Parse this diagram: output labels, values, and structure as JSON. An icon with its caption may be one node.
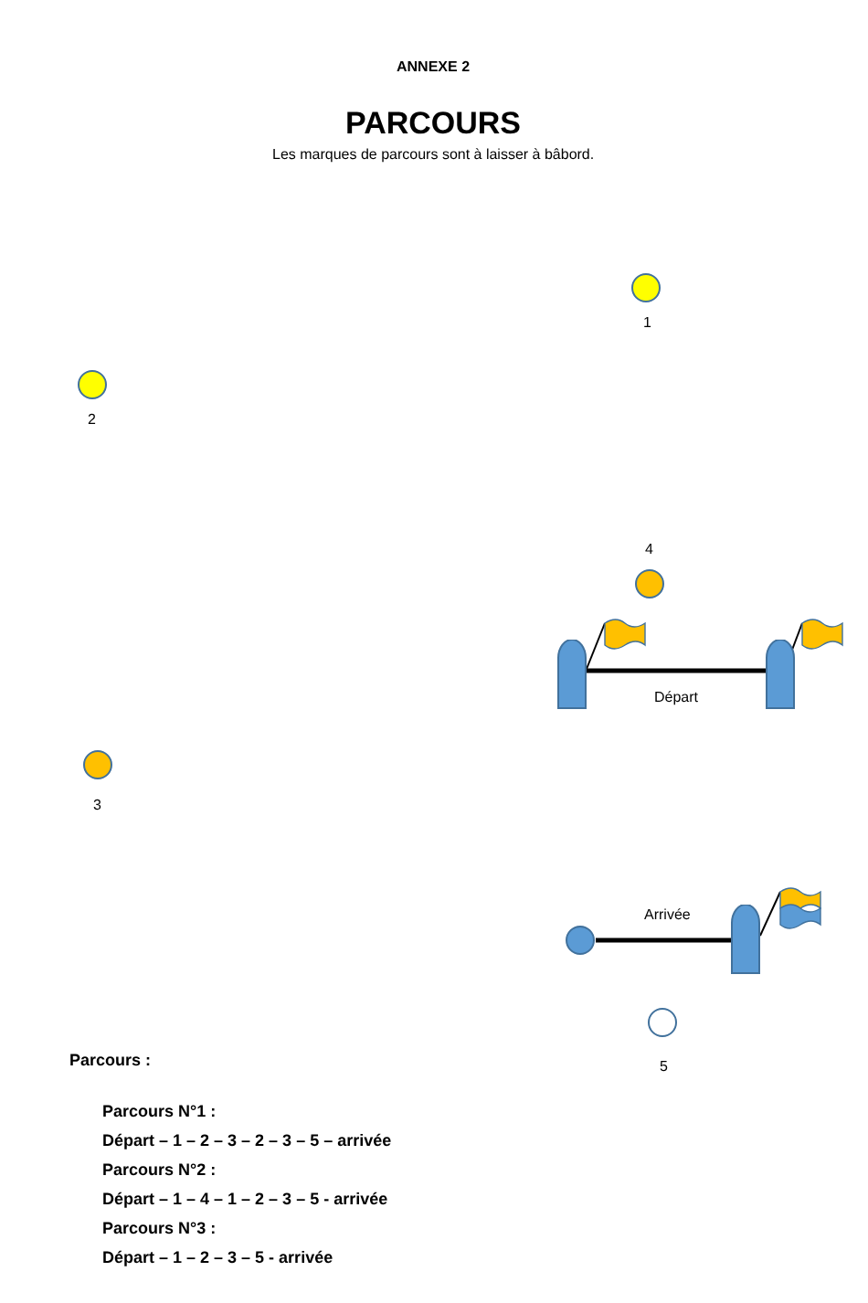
{
  "diagram": {
    "title": "PARCOURS",
    "nodes": [
      {
        "text": [],
        "shape": "circle",
        "beside": [
          "1"
        ]
      },
      {
        "text": [],
        "shape": "circle",
        "beside": [
          "2"
        ]
      },
      {
        "text": [],
        "shape": "circle",
        "beside": [
          "4"
        ]
      },
      {
        "text": [],
        "shape": "boat"
      },
      {
        "text": [],
        "shape": "boat"
      },
      {
        "text": [],
        "shape": "circle",
        "beside": [
          "3"
        ]
      },
      {
        "text": [],
        "shape": "circle"
      },
      {
        "text": [],
        "shape": "boat"
      },
      {
        "text": [],
        "shape": "circle",
        "beside": [
          "5"
        ]
      }
    ],
    "edges": [
      {
        "from": 3,
        "to": 4,
        "arrow": "none",
        "label": "Départ"
      },
      {
        "from": 6,
        "to": 7,
        "arrow": "none",
        "label": "Arrivée"
      }
    ],
    "labels": [
      "ANNEXE 2",
      "Les marques de parcours sont à laisser à bâbord.",
      "Parcours :",
      "Parcours N°1 :",
      "Départ – 1 – 2 – 3 – 2 – 3 – 5 – arrivée",
      "Parcours N°2 :",
      "Départ – 1 – 4 – 1 – 2 – 3 – 5 - arrivée",
      "Parcours N°3 :",
      "Départ – 1 – 2 – 3 – 5 - arrivée"
    ]
  }
}
